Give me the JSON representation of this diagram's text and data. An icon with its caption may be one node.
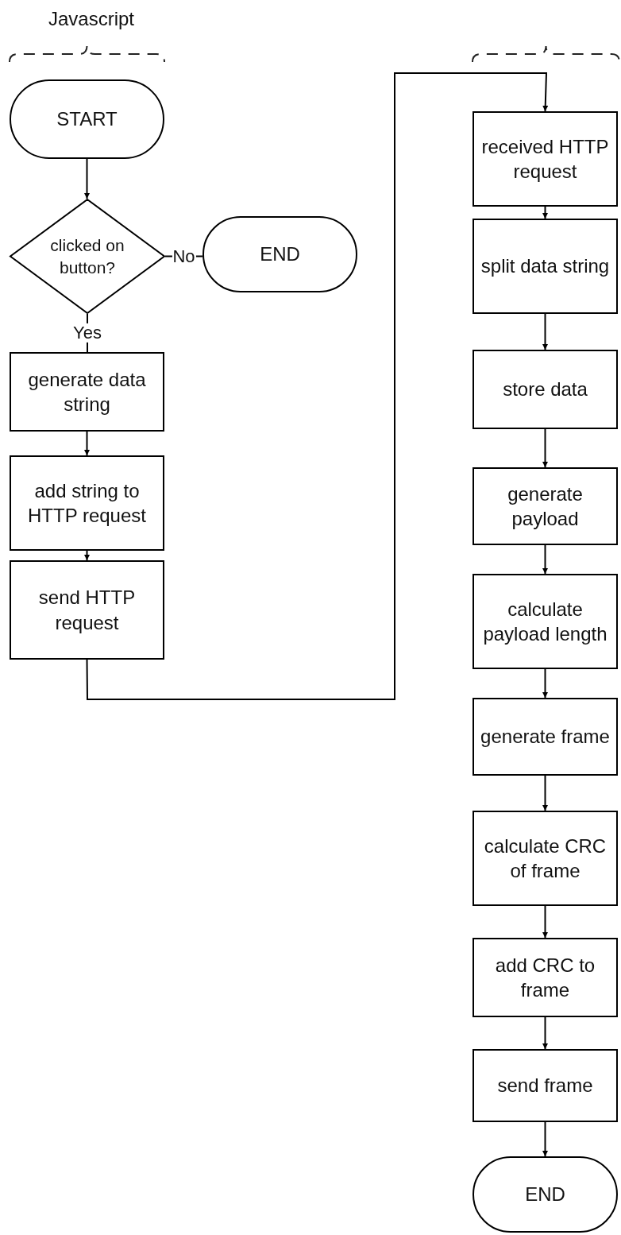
{
  "diagram": {
    "nodes": [
      {
        "text": [
          "START"
        ]
      },
      {
        "text": [
          "clicked on button?"
        ]
      },
      {
        "text": [
          "END"
        ]
      },
      {
        "text": [
          "generate data string"
        ]
      },
      {
        "text": [
          "add string to HTTP request"
        ]
      },
      {
        "text": [
          "send HTTP request"
        ]
      },
      {
        "text": [
          "received HTTP request"
        ]
      },
      {
        "text": [
          "split data string"
        ]
      },
      {
        "text": [
          "store data"
        ]
      },
      {
        "text": [
          "generate payload"
        ]
      },
      {
        "text": [
          "calculate payload length"
        ]
      },
      {
        "text": [
          "generate frame"
        ]
      },
      {
        "text": [
          "calculate CRC of frame"
        ]
      },
      {
        "text": [
          "add CRC to frame"
        ]
      },
      {
        "text": [
          "send frame"
        ]
      },
      {
        "text": [
          "END"
        ]
      }
    ],
    "edges": [
      {
        "from": 0,
        "to": 1,
        "arrow": "to"
      },
      {
        "from": 1,
        "to": 2,
        "arrow": "none",
        "label": "No"
      },
      {
        "from": 1,
        "to": 3,
        "arrow": "none",
        "label": "Yes"
      },
      {
        "from": 3,
        "to": 4,
        "arrow": "to"
      },
      {
        "from": 4,
        "to": 5,
        "arrow": "to"
      },
      {
        "from": 5,
        "to": 6,
        "arrow": "to"
      },
      {
        "from": 6,
        "to": 7,
        "arrow": "to"
      },
      {
        "from": 7,
        "to": 8,
        "arrow": "to"
      },
      {
        "from": 8,
        "to": 9,
        "arrow": "to"
      },
      {
        "from": 9,
        "to": 10,
        "arrow": "to"
      },
      {
        "from": 10,
        "to": 11,
        "arrow": "to"
      },
      {
        "from": 11,
        "to": 12,
        "arrow": "to"
      },
      {
        "from": 12,
        "to": 13,
        "arrow": "to"
      },
      {
        "from": 13,
        "to": 14,
        "arrow": "to"
      },
      {
        "from": 14,
        "to": 15,
        "arrow": "to"
      }
    ],
    "labels": [
      "Javascript"
    ]
  }
}
